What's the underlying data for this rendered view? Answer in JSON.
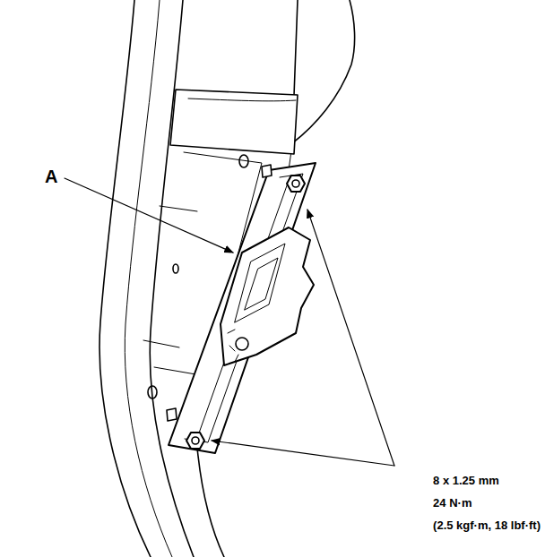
{
  "diagram": {
    "labels": [
      "A",
      "8 x 1.25 mm",
      "24 N·m",
      "(2.5 kgf·m, 18 lbf·ft)"
    ]
  }
}
